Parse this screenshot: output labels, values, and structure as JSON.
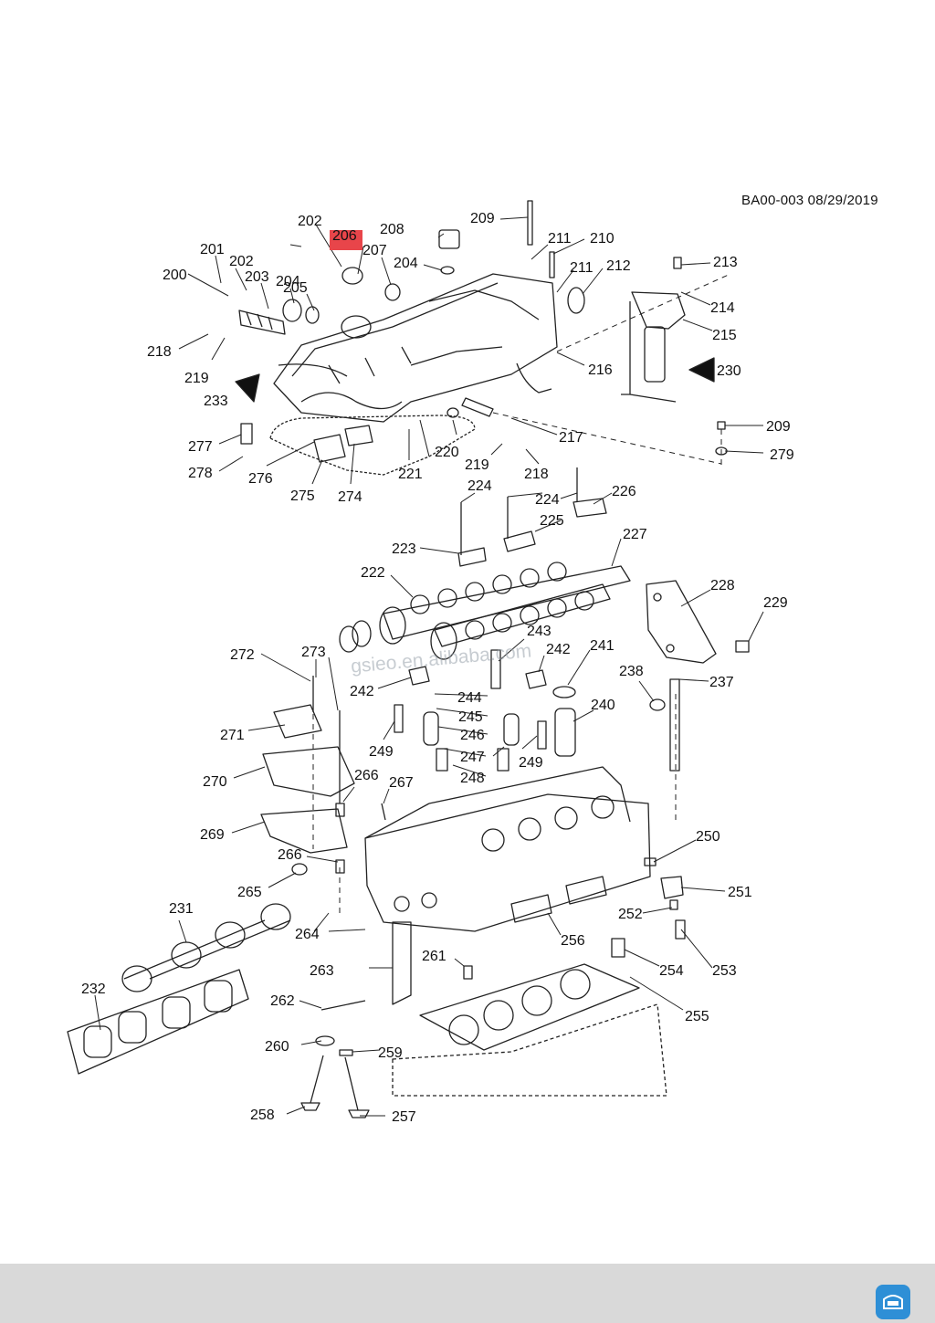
{
  "document_ref": "BA00-003 08/29/2019",
  "watermark": "gsieo.en.alibaba.com",
  "highlighted_callout": "206",
  "highlight_color": "#e8454a",
  "callouts": [
    "200",
    "201",
    "202",
    "202",
    "203",
    "204",
    "204",
    "205",
    "206",
    "207",
    "208",
    "209",
    "209",
    "210",
    "211",
    "211",
    "212",
    "213",
    "214",
    "215",
    "216",
    "217",
    "218",
    "218",
    "219",
    "219",
    "220",
    "221",
    "222",
    "223",
    "224",
    "224",
    "225",
    "226",
    "227",
    "228",
    "229",
    "230",
    "231",
    "232",
    "233",
    "237",
    "238",
    "240",
    "241",
    "242",
    "242",
    "243",
    "244",
    "245",
    "246",
    "247",
    "248",
    "249",
    "249",
    "250",
    "251",
    "252",
    "253",
    "254",
    "255",
    "256",
    "257",
    "258",
    "259",
    "260",
    "261",
    "262",
    "263",
    "264",
    "265",
    "266",
    "266",
    "267",
    "269",
    "270",
    "271",
    "272",
    "273",
    "274",
    "275",
    "276",
    "277",
    "278",
    "279"
  ],
  "footer": {
    "icon": "app-logo-icon"
  }
}
